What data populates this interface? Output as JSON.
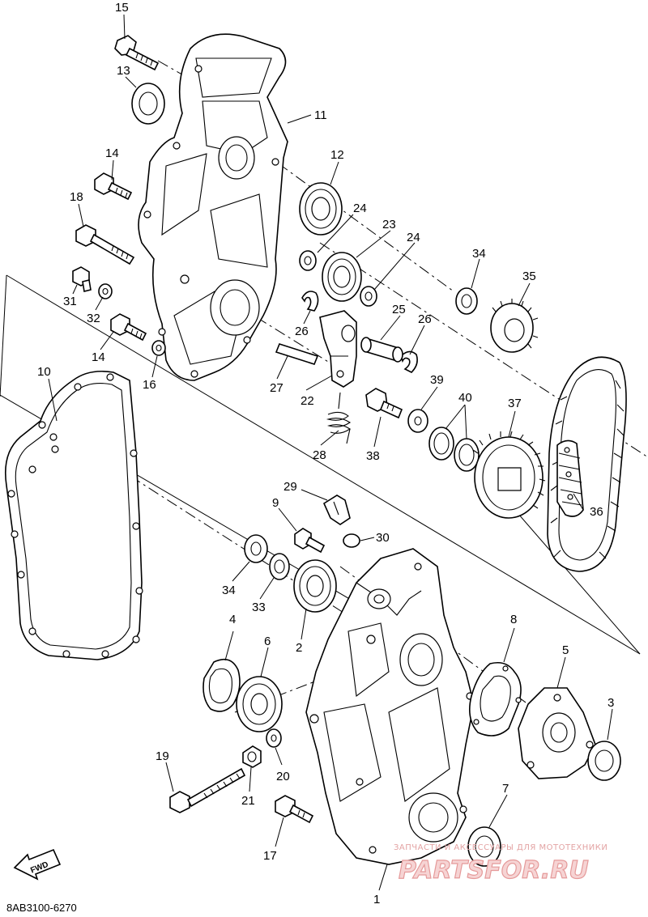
{
  "diagram_code": "8AB3100-6270",
  "fwd_label": "FWD",
  "watermark": {
    "tagline": "ЗАПЧАСТИ И АКСЕССУАРЫ ДЛЯ МОТОТЕХНИКИ",
    "brand": "PARTSFOR.RU"
  },
  "callouts": {
    "c1": "1",
    "c2": "2",
    "c3": "3",
    "c4": "4",
    "c5": "5",
    "c6": "6",
    "c7": "7",
    "c8": "8",
    "c9": "9",
    "c10": "10",
    "c11": "11",
    "c12": "12",
    "c13": "13",
    "c14a": "14",
    "c14b": "14",
    "c15": "15",
    "c16": "16",
    "c17": "17",
    "c18": "18",
    "c19": "19",
    "c20": "20",
    "c21": "21",
    "c22": "22",
    "c23": "23",
    "c24a": "24",
    "c24b": "24",
    "c25": "25",
    "c26a": "26",
    "c26b": "26",
    "c27": "27",
    "c28": "28",
    "c29": "29",
    "c30": "30",
    "c31": "31",
    "c32": "32",
    "c33": "33",
    "c34a": "34",
    "c34b": "34",
    "c35": "35",
    "c36": "36",
    "c37": "37",
    "c38": "38",
    "c39": "39",
    "c40": "40"
  }
}
